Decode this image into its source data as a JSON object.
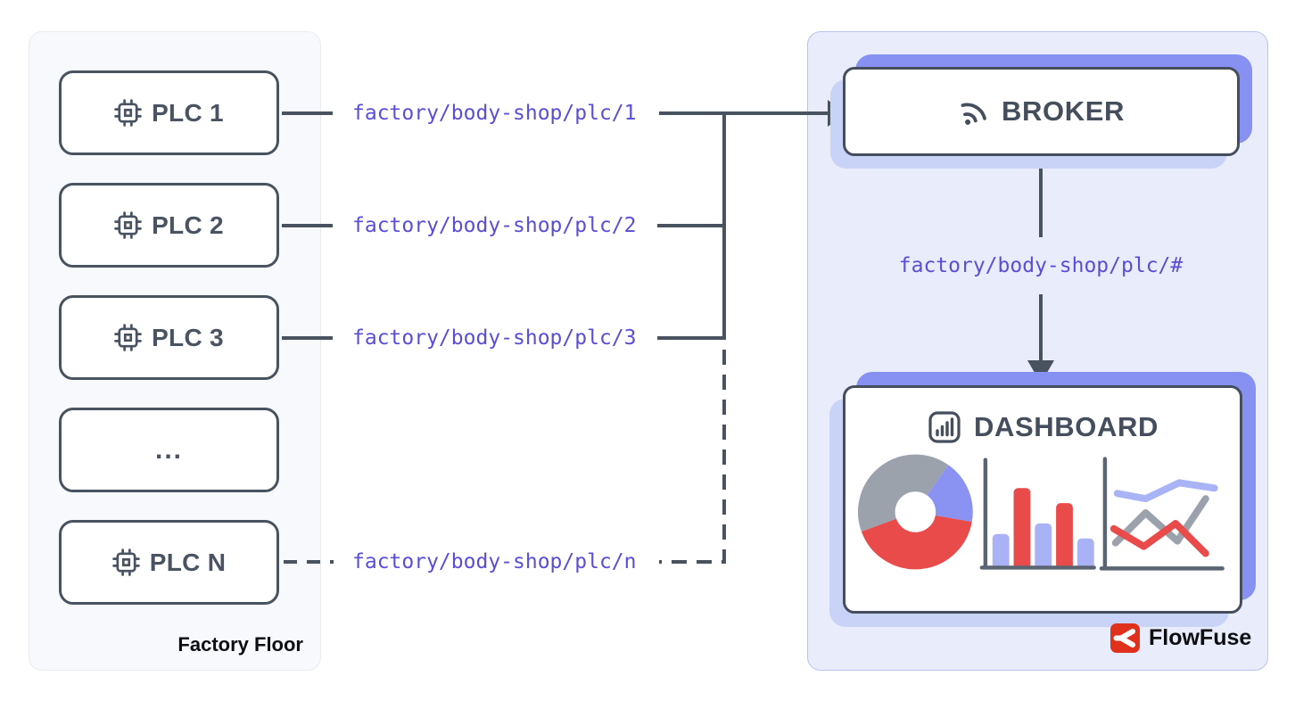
{
  "diagram": {
    "left_panel": {
      "caption": "Factory Floor",
      "nodes": [
        {
          "label": "PLC 1",
          "icon": "cpu-icon",
          "topic": "factory/body-shop/plc/1"
        },
        {
          "label": "PLC 2",
          "icon": "cpu-icon",
          "topic": "factory/body-shop/plc/2"
        },
        {
          "label": "PLC 3",
          "icon": "cpu-icon",
          "topic": "factory/body-shop/plc/3"
        },
        {
          "label": "...",
          "icon": "none",
          "topic": ""
        },
        {
          "label": "PLC N",
          "icon": "cpu-icon",
          "topic": "factory/body-shop/plc/n"
        }
      ]
    },
    "right_panel": {
      "broker": {
        "label": "BROKER",
        "icon": "rss-broadcast-icon"
      },
      "subscription_topic": "factory/body-shop/plc/#",
      "dashboard": {
        "label": "DASHBOARD",
        "icon": "bar-chart-icon",
        "decorative_charts": {
          "donut": {
            "segments": [
              {
                "name": "gray",
                "color": "#9ba2ac",
                "degrees": 145
              },
              {
                "name": "purple",
                "color": "#8a93f1",
                "degrees": 65
              },
              {
                "name": "red",
                "color": "#e94b4b",
                "degrees": 150
              }
            ]
          },
          "bars": {
            "relative_heights": [
              40,
              92,
              52,
              75,
              35
            ],
            "colors": [
              "#a9b2f4",
              "#e94b4b",
              "#a9b2f4",
              "#e94b4b",
              "#a9b2f4"
            ]
          },
          "lines": {
            "series_colors": [
              "#a9b4f6",
              "#9ba2ac",
              "#e94b4b"
            ]
          }
        }
      },
      "brand": {
        "label": "FlowFuse",
        "logo_color": "#e0311c"
      }
    },
    "colors": {
      "structure_slate": "#49525f",
      "topic_purple": "#5a4ed8",
      "right_panel_bg": "#e9ecfa",
      "right_panel_border": "#bac3ef",
      "left_panel_bg": "#f8f9fc",
      "card_shadow_purple": "#8691f1",
      "card_shadow_light": "#c9d2f7"
    }
  }
}
